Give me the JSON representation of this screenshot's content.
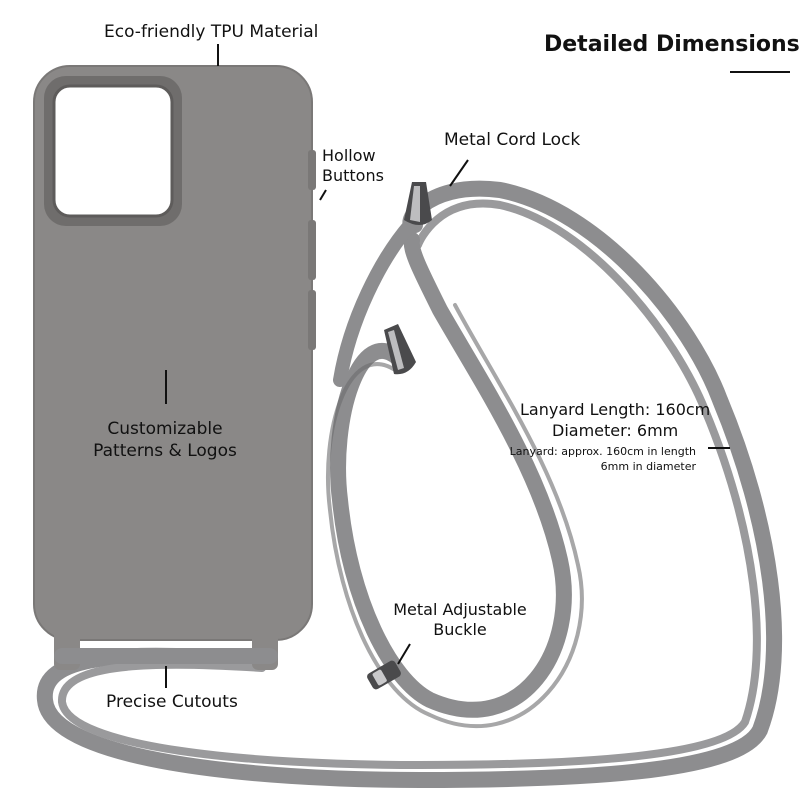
{
  "header": {
    "title": "Detailed Dimensions"
  },
  "labels": {
    "material": "Eco-friendly TPU Material",
    "cord_lock": "Metal Cord Lock",
    "hollow_buttons": [
      "Hollow",
      "Buttons"
    ],
    "customizable": [
      "Customizable",
      "Patterns & Logos"
    ],
    "lanyard_length": "Lanyard Length: 160cm",
    "diameter": "Diameter: 6mm",
    "lanyard_note": [
      "Lanyard: approx. 160cm in length",
      "6mm in diameter"
    ],
    "buckle": [
      "Metal Adjustable",
      "Buckle"
    ],
    "cutouts": "Precise Cutouts"
  },
  "colors": {
    "case_body": "#8a8887",
    "case_edge": "#7a7877",
    "camera_ring": "#6f6d6c",
    "cord": "#8d8d8f",
    "cord_shadow": "#6c6c6e",
    "metal": "#4a4a4c",
    "callout_line": "#111111",
    "title_underline": "#111111"
  }
}
